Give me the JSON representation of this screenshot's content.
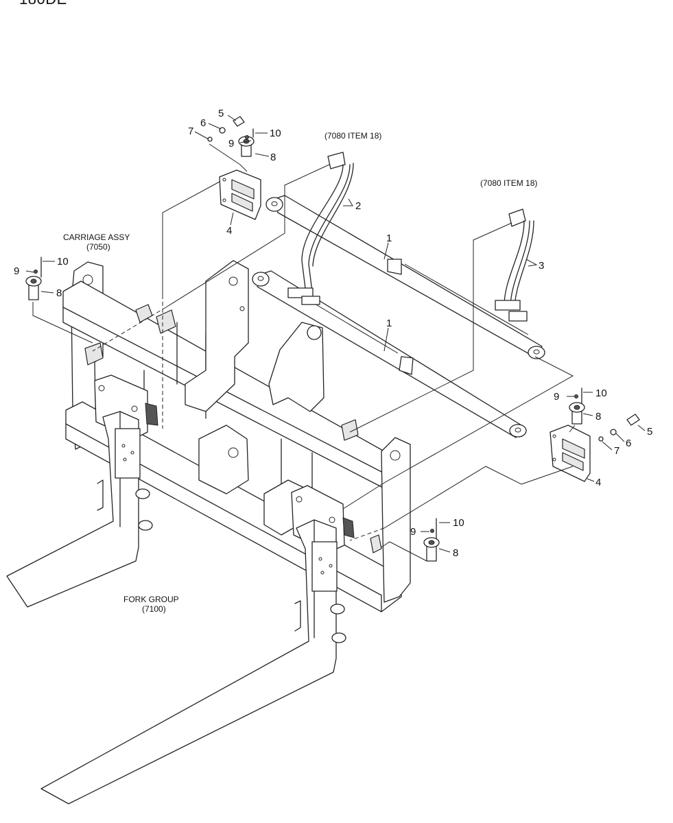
{
  "page": {
    "title": "180DE"
  },
  "labels": {
    "ref_upper": "(7080 ITEM 18)",
    "ref_right": "(7080 ITEM 18)",
    "carriage_name": "CARRIAGE ASSY",
    "carriage_code": "(7050)",
    "fork_name": "FORK GROUP",
    "fork_code": "(7100)"
  },
  "callouts": {
    "n1": "1",
    "n2": "2",
    "n3": "3",
    "n4": "4",
    "n5": "5",
    "n6": "6",
    "n7": "7",
    "n8": "8",
    "n9": "9",
    "n10": "10"
  }
}
